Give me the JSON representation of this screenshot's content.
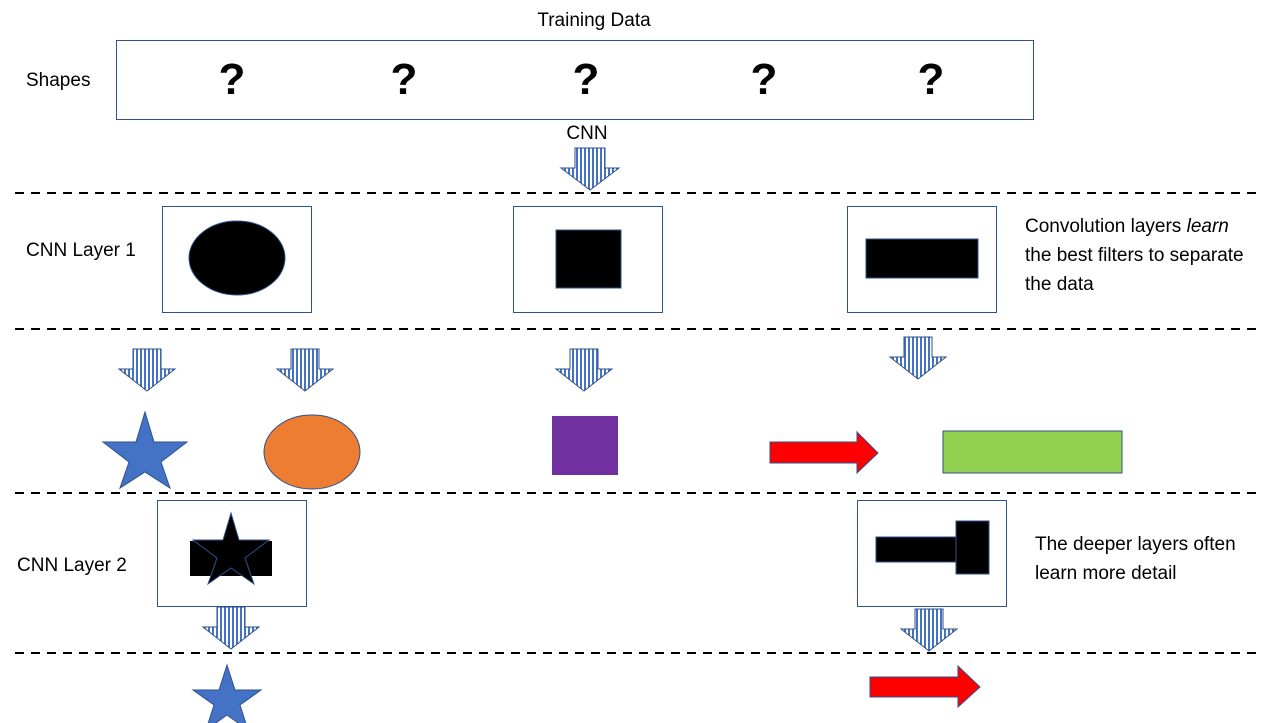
{
  "title": "Training Data",
  "shapes_label": "Shapes",
  "question_marks": [
    "?",
    "?",
    "?",
    "?",
    "?"
  ],
  "cnn_label": "CNN",
  "layer1": {
    "label": "CNN Layer 1",
    "note_line1_prefix": "Convolution layers ",
    "note_line1_em": "learn",
    "note_line2": "the best filters to separate",
    "note_line3": "the data"
  },
  "layer2": {
    "label": "CNN Layer 2",
    "note_line1": "The deeper layers often",
    "note_line2": "learn more detail"
  },
  "colors": {
    "box_border": "#2f528f",
    "arrow_fill": "#4472c4",
    "star": "#4472c4",
    "ellipse_orange": "#ed7d31",
    "square_purple": "#7030a0",
    "arrow_red": "#ff0000",
    "rect_green": "#92d050",
    "filter_black": "#000000",
    "dashed_line": "#000000"
  },
  "icons": [
    "striped-down-arrow-icon",
    "star-icon",
    "ellipse-icon",
    "square-icon",
    "right-arrow-icon",
    "rectangle-icon"
  ]
}
